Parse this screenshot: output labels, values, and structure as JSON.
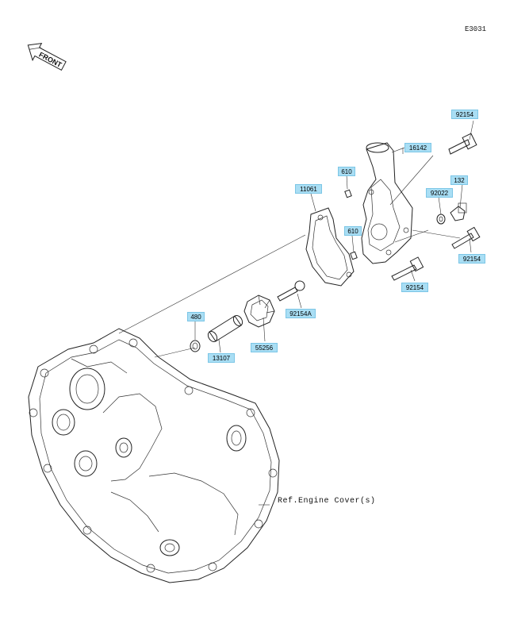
{
  "diagram_code": "E3031",
  "front_arrow_text": "FRONT",
  "ref_text": "Ref.Engine Cover(s)",
  "part_labels": [
    {
      "id": "92154-top",
      "text": "92154"
    },
    {
      "id": "16142",
      "text": "16142"
    },
    {
      "id": "670-a",
      "text": "610"
    },
    {
      "id": "132",
      "text": "132"
    },
    {
      "id": "92022",
      "text": "92022"
    },
    {
      "id": "11061",
      "text": "11061"
    },
    {
      "id": "670-b",
      "text": "610"
    },
    {
      "id": "92154-right",
      "text": "92154"
    },
    {
      "id": "92154-bottom",
      "text": "92154"
    },
    {
      "id": "92154A",
      "text": "92154A"
    },
    {
      "id": "480",
      "text": "480"
    },
    {
      "id": "55256",
      "text": "55256"
    },
    {
      "id": "13107",
      "text": "13107"
    }
  ],
  "label_color": "#a9def4"
}
